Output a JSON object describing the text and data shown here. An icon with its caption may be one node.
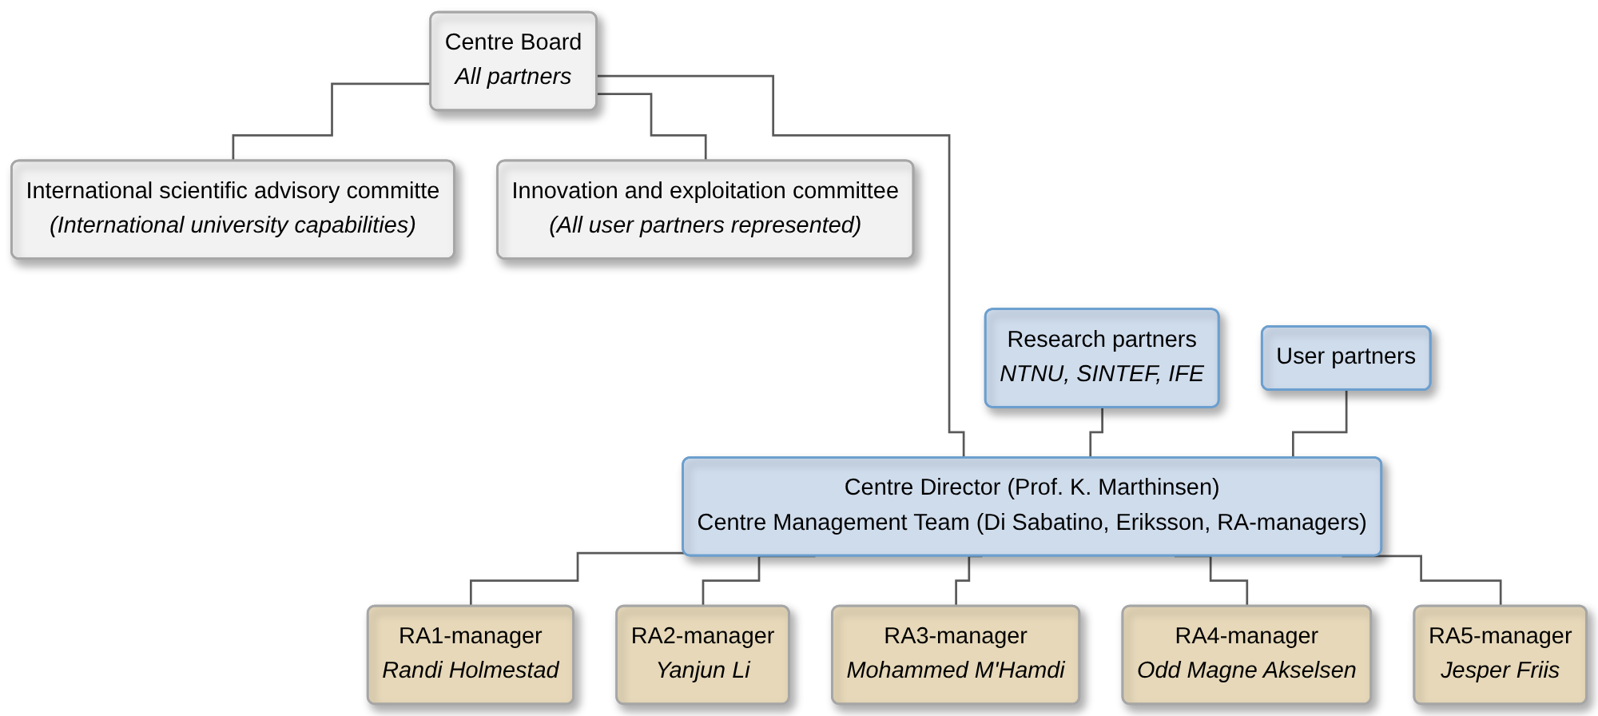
{
  "diagram": {
    "nodes": [
      {
        "text": [
          "Centre Board",
          "All partners"
        ]
      },
      {
        "text": [
          "International scientific advisory committe",
          "(International university capabilities)"
        ]
      },
      {
        "text": [
          "Innovation and exploitation committee",
          "(All user partners represented)"
        ]
      },
      {
        "text": [
          "Research partners",
          "NTNU, SINTEF, IFE"
        ]
      },
      {
        "text": [
          "Centre Director (Prof. K. Marthinsen)",
          "Centre Management Team (Di Sabatino, Eriksson, RA-managers)"
        ]
      },
      {
        "text": [
          "User partners"
        ]
      },
      {
        "text": [
          "RA1-manager",
          "Randi Holmestad"
        ]
      },
      {
        "text": [
          "RA2-manager",
          "Yanjun Li"
        ]
      },
      {
        "text": [
          "RA3-manager",
          "Mohammed M'Hamdi"
        ]
      },
      {
        "text": [
          "RA4-manager",
          "Odd Magne Akselsen"
        ]
      },
      {
        "text": [
          "RA5-manager",
          "Jesper Friis"
        ]
      }
    ],
    "edges": [
      {
        "from": 0,
        "to": 1,
        "arrow": "none"
      },
      {
        "from": 0,
        "to": 2,
        "arrow": "none"
      },
      {
        "from": 0,
        "to": 4,
        "arrow": "none"
      },
      {
        "from": 3,
        "to": 4,
        "arrow": "none"
      },
      {
        "from": 5,
        "to": 4,
        "arrow": "none"
      },
      {
        "from": 4,
        "to": 6,
        "arrow": "none"
      },
      {
        "from": 4,
        "to": 7,
        "arrow": "none"
      },
      {
        "from": 4,
        "to": 8,
        "arrow": "none"
      },
      {
        "from": 4,
        "to": 9,
        "arrow": "none"
      },
      {
        "from": 4,
        "to": 10,
        "arrow": "none"
      }
    ]
  }
}
